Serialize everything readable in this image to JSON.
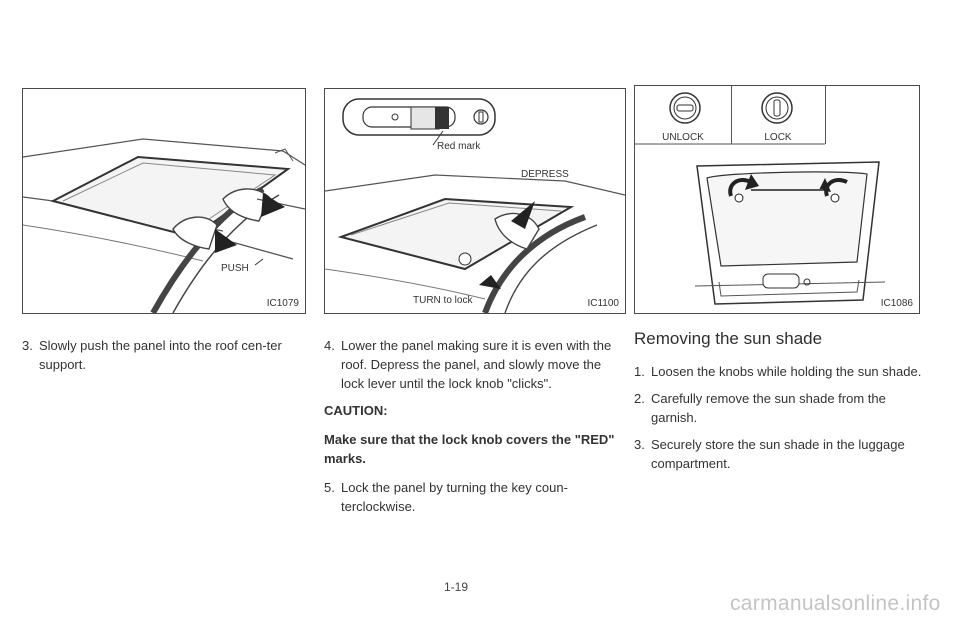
{
  "figures": {
    "fig1": {
      "code": "IC1079",
      "push": "PUSH"
    },
    "fig2": {
      "code": "IC1100",
      "red_mark": "Red mark",
      "depress": "DEPRESS",
      "turn": "TURN to lock"
    },
    "fig3": {
      "code": "IC1086",
      "unlock": "UNLOCK",
      "lock": "LOCK"
    }
  },
  "col1": {
    "items": [
      {
        "num": "3.",
        "text": "Slowly push the panel into the roof cen-ter support."
      }
    ]
  },
  "col2": {
    "item4": {
      "num": "4.",
      "text": "Lower the panel making sure it is even with the roof. Depress the panel, and slowly move the lock lever until the lock knob \"clicks\"."
    },
    "caution_label": "CAUTION:",
    "warning": "Make sure that the lock knob covers the \"RED\" marks.",
    "item5": {
      "num": "5.",
      "text": "Lock the panel by turning the key coun-terclockwise."
    }
  },
  "col3": {
    "heading": "Removing the sun shade",
    "items": [
      {
        "num": "1.",
        "text": "Loosen the knobs while holding the sun shade."
      },
      {
        "num": "2.",
        "text": "Carefully remove the sun shade from the garnish."
      },
      {
        "num": "3.",
        "text": "Securely store the sun shade in the luggage compartment."
      }
    ]
  },
  "page_number": "1-19",
  "watermark": "carmanualsonline.info"
}
